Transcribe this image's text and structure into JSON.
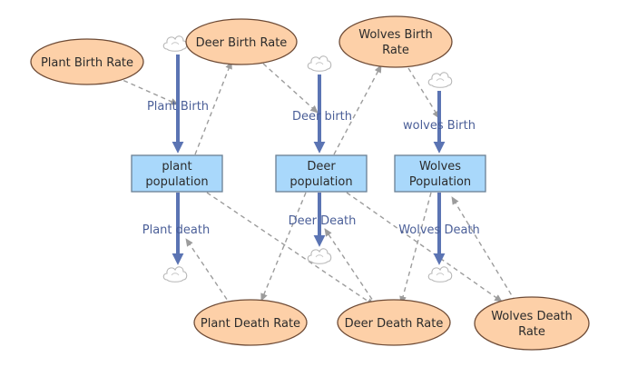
{
  "variables": {
    "plant_birth_rate": "Plant Birth Rate",
    "deer_birth_rate": "Deer Birth Rate",
    "wolves_birth_rate": [
      "Wolves Birth",
      "Rate"
    ],
    "plant_death_rate": "Plant Death Rate",
    "deer_death_rate": "Deer Death Rate",
    "wolves_death_rate": [
      "Wolves Death",
      "Rate"
    ]
  },
  "stocks": {
    "plant_population": [
      "plant",
      "population"
    ],
    "deer_population": [
      "Deer",
      "population"
    ],
    "wolves_population": [
      "Wolves",
      "Population"
    ]
  },
  "flows": {
    "plant_birth": "Plant Birth",
    "deer_birth": "Deer birth",
    "wolves_birth": "wolves Birth",
    "plant_death": "Plant death",
    "deer_death": "Deer Death",
    "wolves_death": "Wolves Death"
  },
  "colors": {
    "variable_fill": "#fdd0a8",
    "stock_fill": "#a9d8fb",
    "flow_color": "#5b74b3",
    "link_color": "#9c9c9c"
  },
  "icons": {
    "source_sink": "cloud-icon"
  }
}
